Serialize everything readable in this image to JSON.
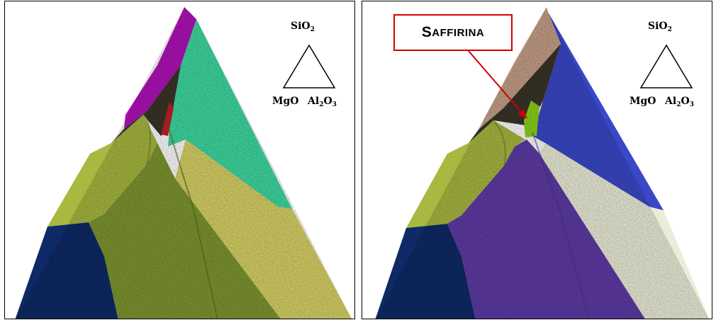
{
  "key": {
    "apex_top": {
      "base": "SiO",
      "sub": "2",
      "tail": ""
    },
    "apex_left": {
      "base": "MgO",
      "sub": "",
      "tail": ""
    },
    "apex_right": {
      "base": "Al",
      "sub": "2",
      "tail": "O",
      "sub2": "3"
    }
  },
  "callout": {
    "first_letter": "S",
    "rest": "AFFIRINA",
    "color": "#d00000"
  },
  "colors": {
    "left": {
      "blue": "#0e2a66",
      "olive": "#7f9630",
      "yellow_green": "#a8b840",
      "khaki": "#d8d266",
      "teal": "#3fd9a0",
      "magenta": "#b012b8",
      "dark": "#3a3428",
      "red": "#c0202a"
    },
    "right": {
      "blue": "#0e2a66",
      "purple": "#5e3ba6",
      "yellow_green": "#a8b840",
      "cream": "#ecedd8",
      "royal_blue": "#3a48c8",
      "tan": "#c6a088",
      "dark": "#3a3428",
      "sapphirine": "#8ad21a"
    }
  }
}
